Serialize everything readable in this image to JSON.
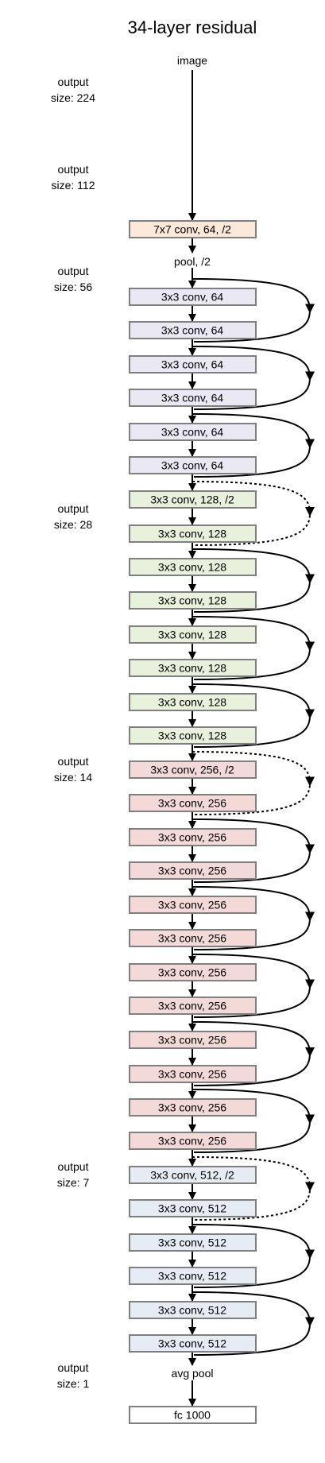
{
  "title": "34-layer residual",
  "input_label": "image",
  "pool_label": "pool, /2",
  "avgpool_label": "avg pool",
  "colors": {
    "orange": "#fde9d9",
    "purple": "#eae8f2",
    "green": "#e8f1dc",
    "red": "#f3d9d7",
    "blue": "#e6ecf4",
    "white": "#ffffff",
    "border": "#7f7f7f"
  },
  "side_labels": [
    {
      "line1": "output",
      "line2": "size: 224"
    },
    {
      "line1": "output",
      "line2": "size: 112"
    },
    {
      "line1": "output",
      "line2": "size: 56"
    },
    {
      "line1": "output",
      "line2": "size: 28"
    },
    {
      "line1": "output",
      "line2": "size: 14"
    },
    {
      "line1": "output",
      "line2": "size: 7"
    },
    {
      "line1": "output",
      "line2": "size: 1"
    }
  ],
  "layers": [
    {
      "label": "7x7 conv, 64, /2",
      "color": "orange"
    },
    {
      "label": "3x3 conv, 64",
      "color": "purple"
    },
    {
      "label": "3x3 conv, 64",
      "color": "purple"
    },
    {
      "label": "3x3 conv, 64",
      "color": "purple"
    },
    {
      "label": "3x3 conv, 64",
      "color": "purple"
    },
    {
      "label": "3x3 conv, 64",
      "color": "purple"
    },
    {
      "label": "3x3 conv, 64",
      "color": "purple"
    },
    {
      "label": "3x3 conv, 128, /2",
      "color": "green"
    },
    {
      "label": "3x3 conv, 128",
      "color": "green"
    },
    {
      "label": "3x3 conv, 128",
      "color": "green"
    },
    {
      "label": "3x3 conv, 128",
      "color": "green"
    },
    {
      "label": "3x3 conv, 128",
      "color": "green"
    },
    {
      "label": "3x3 conv, 128",
      "color": "green"
    },
    {
      "label": "3x3 conv, 128",
      "color": "green"
    },
    {
      "label": "3x3 conv, 128",
      "color": "green"
    },
    {
      "label": "3x3 conv, 256, /2",
      "color": "red"
    },
    {
      "label": "3x3 conv, 256",
      "color": "red"
    },
    {
      "label": "3x3 conv, 256",
      "color": "red"
    },
    {
      "label": "3x3 conv, 256",
      "color": "red"
    },
    {
      "label": "3x3 conv, 256",
      "color": "red"
    },
    {
      "label": "3x3 conv, 256",
      "color": "red"
    },
    {
      "label": "3x3 conv, 256",
      "color": "red"
    },
    {
      "label": "3x3 conv, 256",
      "color": "red"
    },
    {
      "label": "3x3 conv, 256",
      "color": "red"
    },
    {
      "label": "3x3 conv, 256",
      "color": "red"
    },
    {
      "label": "3x3 conv, 256",
      "color": "red"
    },
    {
      "label": "3x3 conv, 256",
      "color": "red"
    },
    {
      "label": "3x3 conv, 512, /2",
      "color": "blue"
    },
    {
      "label": "3x3 conv, 512",
      "color": "blue"
    },
    {
      "label": "3x3 conv, 512",
      "color": "blue"
    },
    {
      "label": "3x3 conv, 512",
      "color": "blue"
    },
    {
      "label": "3x3 conv, 512",
      "color": "blue"
    },
    {
      "label": "3x3 conv, 512",
      "color": "blue"
    },
    {
      "label": "fc 1000",
      "color": "white"
    }
  ],
  "shortcuts": [
    {
      "from": 1,
      "to": 2,
      "style": "solid"
    },
    {
      "from": 3,
      "to": 4,
      "style": "solid"
    },
    {
      "from": 5,
      "to": 6,
      "style": "solid"
    },
    {
      "from": 7,
      "to": 8,
      "style": "dashed"
    },
    {
      "from": 9,
      "to": 10,
      "style": "solid"
    },
    {
      "from": 11,
      "to": 12,
      "style": "solid"
    },
    {
      "from": 13,
      "to": 14,
      "style": "solid"
    },
    {
      "from": 15,
      "to": 16,
      "style": "dashed"
    },
    {
      "from": 17,
      "to": 18,
      "style": "solid"
    },
    {
      "from": 19,
      "to": 20,
      "style": "solid"
    },
    {
      "from": 21,
      "to": 22,
      "style": "solid"
    },
    {
      "from": 23,
      "to": 24,
      "style": "solid"
    },
    {
      "from": 25,
      "to": 26,
      "style": "solid"
    },
    {
      "from": 27,
      "to": 28,
      "style": "dashed"
    },
    {
      "from": 29,
      "to": 30,
      "style": "solid"
    },
    {
      "from": 31,
      "to": 32,
      "style": "solid"
    }
  ]
}
